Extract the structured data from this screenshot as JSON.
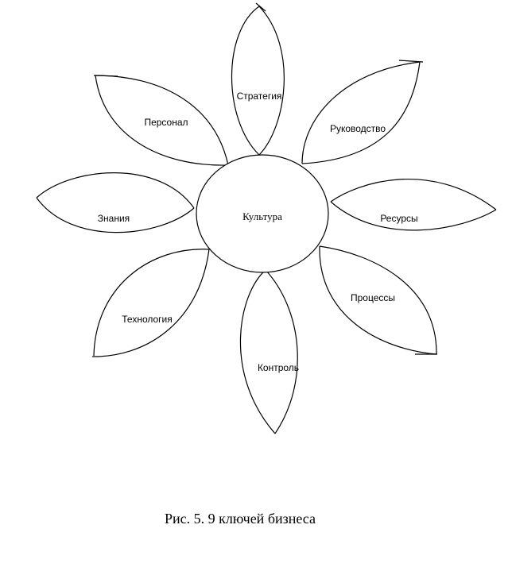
{
  "diagram": {
    "center": {
      "label": "Культура"
    },
    "petals": [
      {
        "id": "strategy",
        "label": "Стратегия"
      },
      {
        "id": "leadership",
        "label": "Руководство"
      },
      {
        "id": "resources",
        "label": "Ресурсы"
      },
      {
        "id": "processes",
        "label": "Процессы"
      },
      {
        "id": "control",
        "label": "Контроль"
      },
      {
        "id": "technology",
        "label": "Технология"
      },
      {
        "id": "knowledge",
        "label": "Знания"
      },
      {
        "id": "personnel",
        "label": "Персонал"
      }
    ]
  },
  "caption": "Рис. 5. 9 ключей бизнеса"
}
